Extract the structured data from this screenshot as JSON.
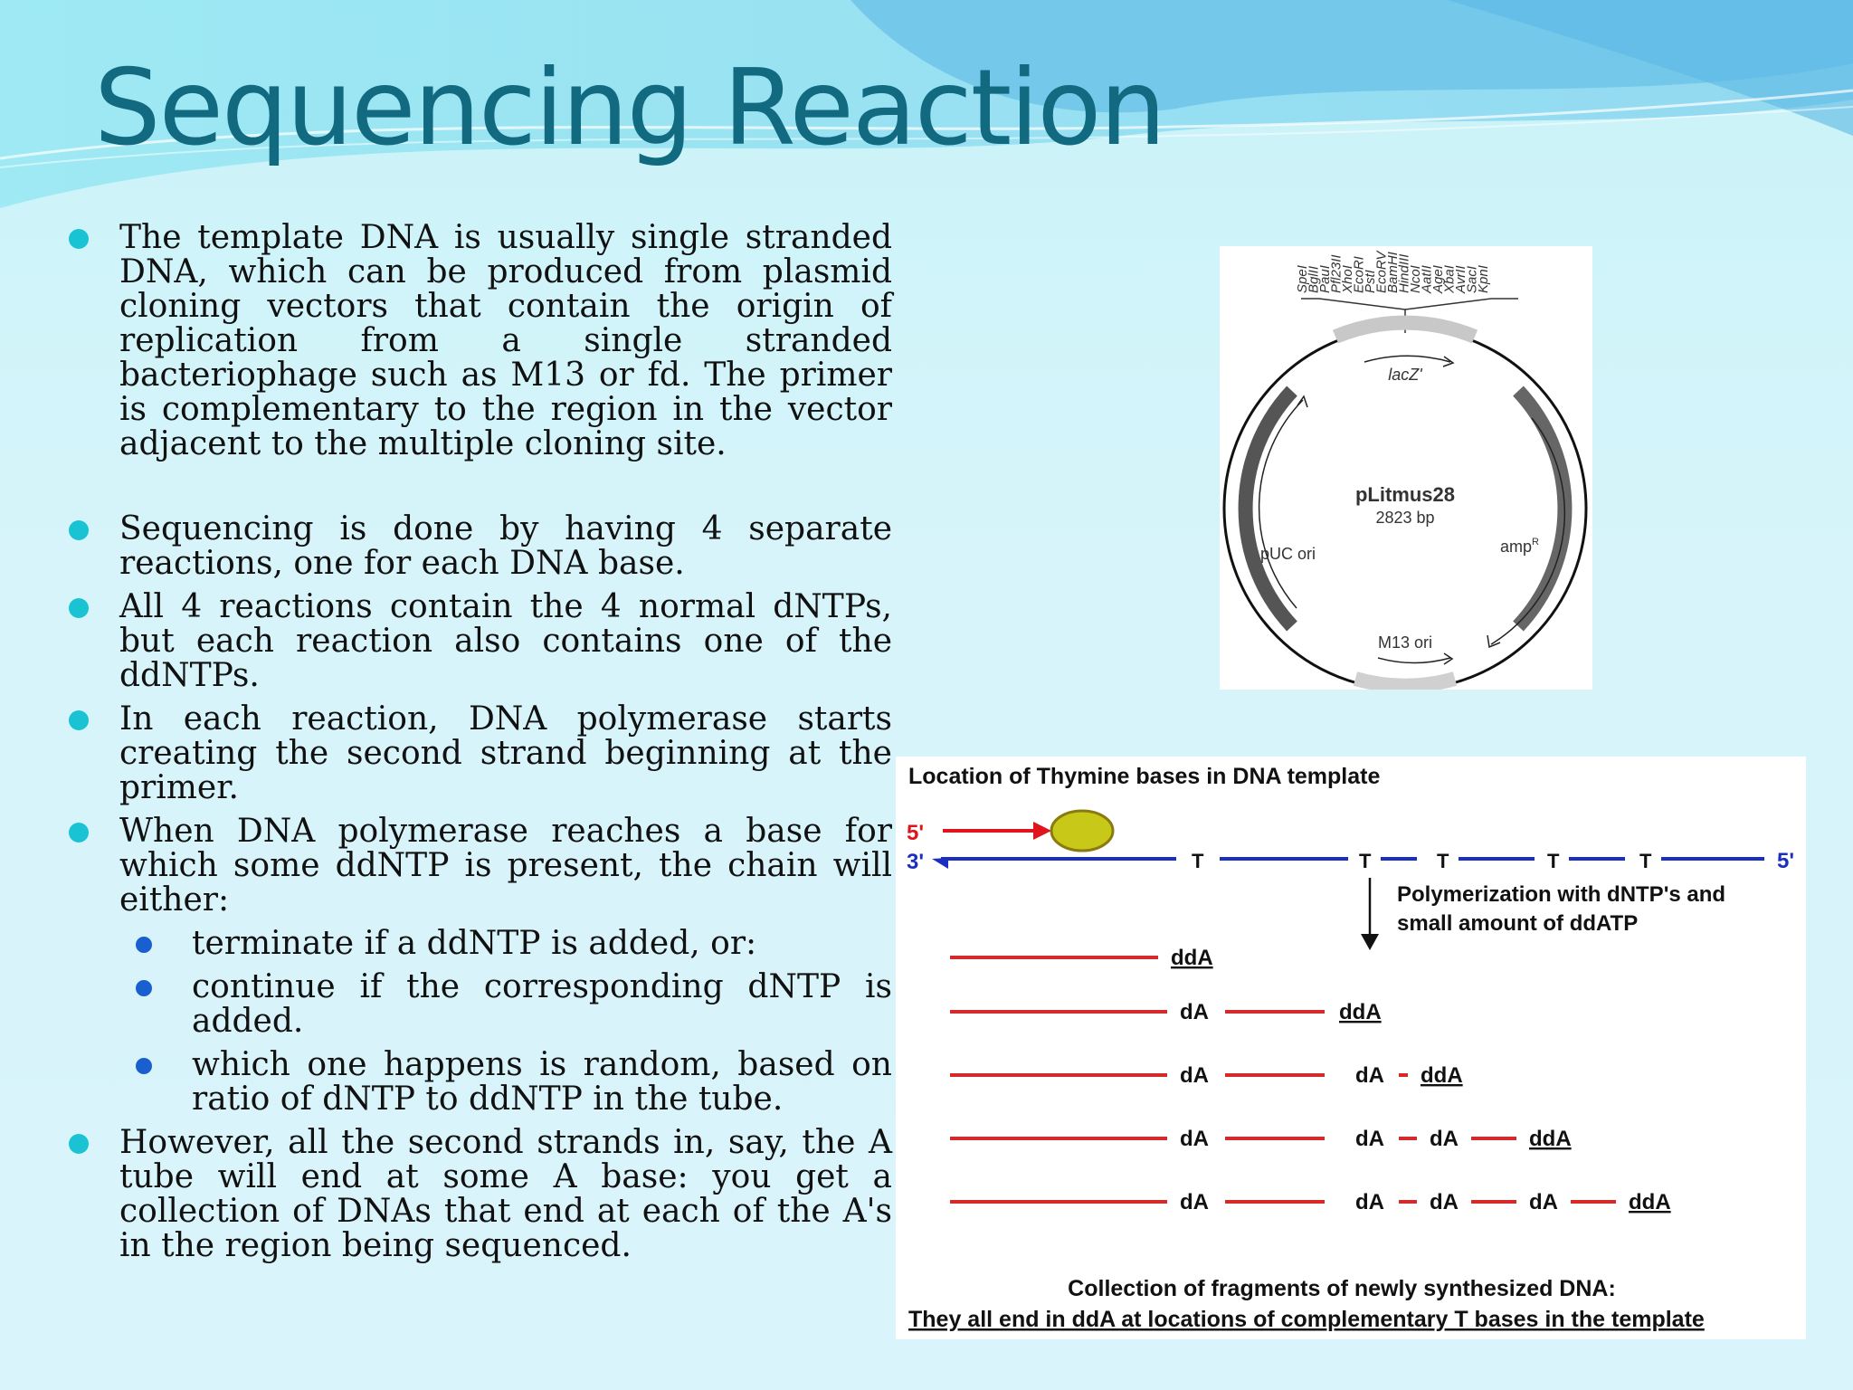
{
  "title": "Sequencing Reaction",
  "bullets": {
    "b1": "The template DNA is usually single stranded DNA, which can be produced from plasmid cloning vectors that contain the origin of replication from a single stranded bacteriophage such as M13 or fd. The primer is complementary to the region in the vector adjacent to the multiple cloning site.",
    "b2": "Sequencing is done by having 4 separate reactions, one for each DNA base.",
    "b3": "All 4 reactions contain the 4 normal dNTPs, but each reaction also contains one of the ddNTPs.",
    "b4": "In each reaction, DNA polymerase starts creating the second strand beginning at the primer.",
    "b5": "When DNA polymerase reaches a base for which some ddNTP is present, the chain will either:",
    "sub": [
      "terminate if a ddNTP is added, or:",
      "continue if the corresponding dNTP is added.",
      "which one happens is random, based on ratio of dNTP to ddNTP in the tube."
    ],
    "b6": "However, all the second strands in, say, the A tube will end at some A base: you get a collection of DNAs that end at each of the A's in the region being sequenced."
  },
  "plasmid": {
    "sites": [
      "SpeI",
      "BglII",
      "PauI",
      "Pfl23II",
      "XhoI",
      "EcoRI",
      "PstI",
      "EcoRV",
      "BamHI",
      "HindIII",
      "NcoI",
      "AatII",
      "AgeI",
      "XbaI",
      "AvrII",
      "SacI",
      "KpnI"
    ],
    "lacz": "lacZ'",
    "name": "pLitmus28",
    "size": "2823 bp",
    "puc": "pUC ori",
    "amp": "amp",
    "amp_sup": "R",
    "m13": "M13 ori"
  },
  "dna": {
    "heading": "Location of Thymine bases in DNA template",
    "five": "5'",
    "three": "3'",
    "five_end": "5'",
    "t": "T",
    "poly1": "Polymerization with dNTP's and",
    "poly2": "small amount of ddATP",
    "da": "dA",
    "dda": "ddA",
    "footer1": "Collection of fragments of newly synthesized DNA:",
    "footer2": "They all end in ddA at locations of complementary T bases in the template"
  },
  "colors": {
    "title": "#126a80",
    "bullet": "#19c3d4",
    "sub_bullet": "#1a5fd0",
    "primer_red": "#e0141c",
    "template_blue": "#1a2fc0",
    "fragment_red": "#d42a2a"
  }
}
